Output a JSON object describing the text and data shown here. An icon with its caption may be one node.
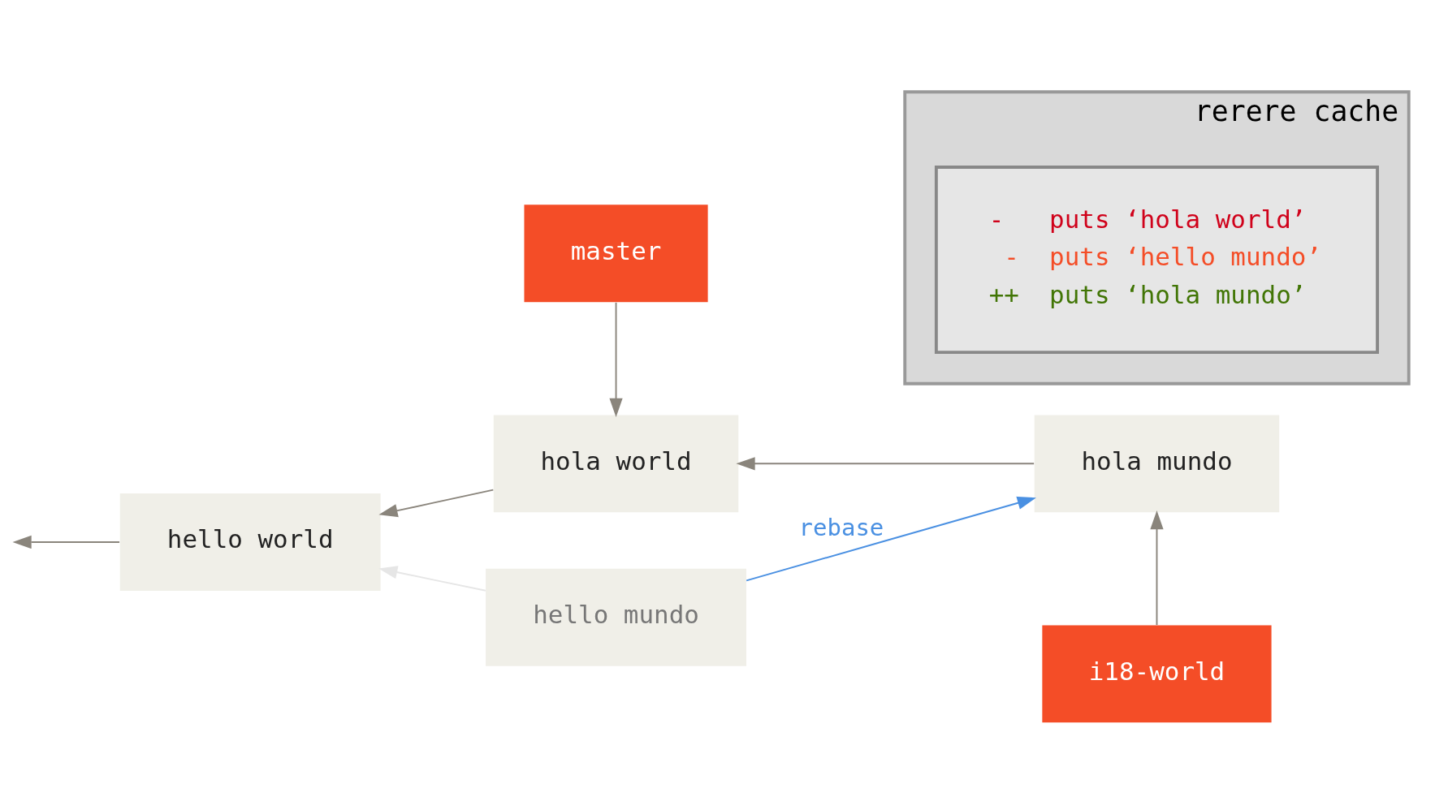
{
  "diagram": {
    "nodes": [
      {
        "text": [
          "master"
        ]
      },
      {
        "text": [
          "i18-world"
        ]
      },
      {
        "text": [
          "hello world"
        ]
      },
      {
        "text": [
          "hola world"
        ]
      },
      {
        "text": [
          "hola mundo"
        ]
      },
      {
        "text": [
          "hello mundo"
        ]
      },
      {
        "text": [
          "rerere cache"
        ]
      },
      {
        "text": [
          "-   puts ‘hola world’",
          " -  puts ‘hello mundo’",
          "++  puts ‘hola mundo’"
        ],
        "in": 6
      }
    ],
    "edges": [
      {
        "from": 0,
        "to": 3,
        "arrow": "to"
      },
      {
        "from": 1,
        "to": 4,
        "arrow": "to"
      },
      {
        "from": 2,
        "to": null,
        "arrow": "to"
      },
      {
        "from": 3,
        "to": 2,
        "arrow": "to"
      },
      {
        "from": 4,
        "to": 3,
        "arrow": "to"
      },
      {
        "from": 5,
        "to": 2,
        "arrow": "to",
        "color": "#e6e6e6"
      },
      {
        "from": 5,
        "to": 4,
        "arrow": "to",
        "label": "rebase",
        "color": "#4a90e2"
      }
    ]
  }
}
